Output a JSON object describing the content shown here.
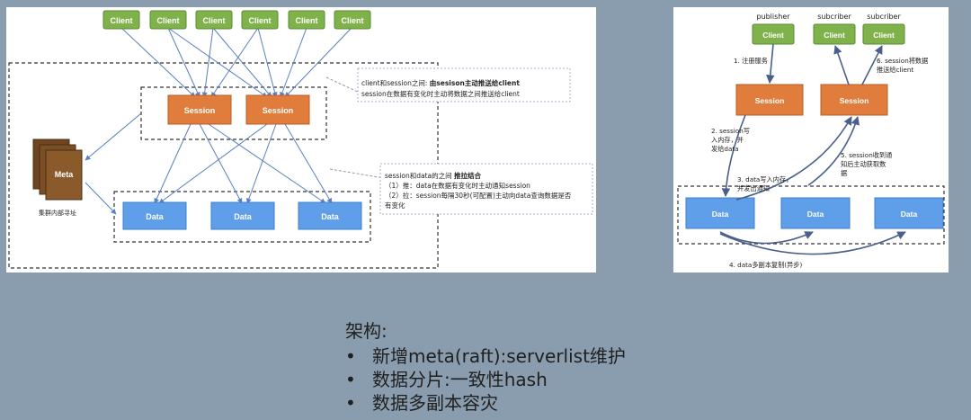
{
  "left": {
    "clients": [
      "Client",
      "Client",
      "Client",
      "Client",
      "Client",
      "Client"
    ],
    "sessions": [
      "Session",
      "Session"
    ],
    "data_nodes": [
      "Data",
      "Data",
      "Data"
    ],
    "meta_label": "Meta",
    "meta_caption": "集群内部寻址",
    "note1": {
      "line1_prefix": "client和session之间: ",
      "line1_bold": "由sesison主动推送给client",
      "line2": "session在数据有变化时主动将数据之间推送给client"
    },
    "note2": {
      "line1_prefix": "session和data的之间 ",
      "line1_bold": "推拉结合",
      "line2": "（1）推：data在数据有变化时主动通知session",
      "line3": "（2）拉：session每隔30秒(可配置)主动向data查询数据是否",
      "line4": "有变化"
    }
  },
  "right": {
    "publisher_label": "publisher",
    "subscriber_label_1": "subcriber",
    "subscriber_label_2": "subcriber",
    "client_pub": "Client",
    "client_sub1": "Client",
    "client_sub2": "Client",
    "session_left": "Session",
    "session_right": "Session",
    "data_nodes": [
      "Data",
      "Data",
      "Data"
    ],
    "step1": "1. 注册服务",
    "step2": [
      "2. session写",
      "入内存，并",
      "发给data"
    ],
    "step3": [
      "3. data写入内存，",
      "并发出通知"
    ],
    "step4": "4. data多副本复制(异步)",
    "step5": [
      "5. session收到通",
      "知后主动获取数",
      "据"
    ],
    "step6": [
      "6. session将数据",
      "推送给client"
    ]
  },
  "caption": {
    "heading": "架构:",
    "bullets": [
      "新增meta(raft):serverlist维护",
      "数据分片:一致性hash",
      "数据多副本容灾"
    ],
    "bullet_symbol": "•"
  },
  "colors": {
    "client_green": "#7fb24a",
    "session_orange": "#e07d3c",
    "data_blue": "#5f9ee8",
    "meta_brown": "#8a5a2b",
    "line_blue": "#5b7fbf"
  }
}
